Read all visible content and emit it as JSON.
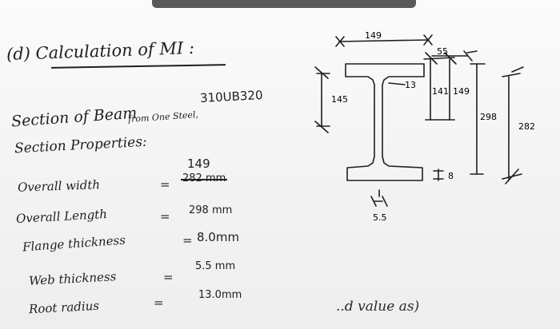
{
  "heading": "(d) Calculation of MI :",
  "section": {
    "label": "Section of Beam",
    "beam_code": "310UB320",
    "source": "from One Steel,"
  },
  "properties_label": "Section Properties:",
  "properties": [
    {
      "label": "Overall width",
      "equals": "=",
      "value": "149",
      "struck_value": "282 mm"
    },
    {
      "label": "Overall Length",
      "equals": "=",
      "value": "298 mm"
    },
    {
      "label": "Flange thickness",
      "equals": "=",
      "value": "8.0mm"
    },
    {
      "label": "Web thickness",
      "equals": "=",
      "value": "5.5 mm"
    },
    {
      "label": "Root radius",
      "equals": "=",
      "value": "13.0mm"
    }
  ],
  "diagram": {
    "top_width": "149",
    "half_flange": "55",
    "root_radius": "13",
    "web_height_left": "145",
    "inner_141": "141",
    "inner_149": "149",
    "depth_298": "298",
    "overall_282": "282",
    "flange_thickness": "8",
    "web_thickness": "5.5"
  },
  "footer_note": "..d value as)"
}
